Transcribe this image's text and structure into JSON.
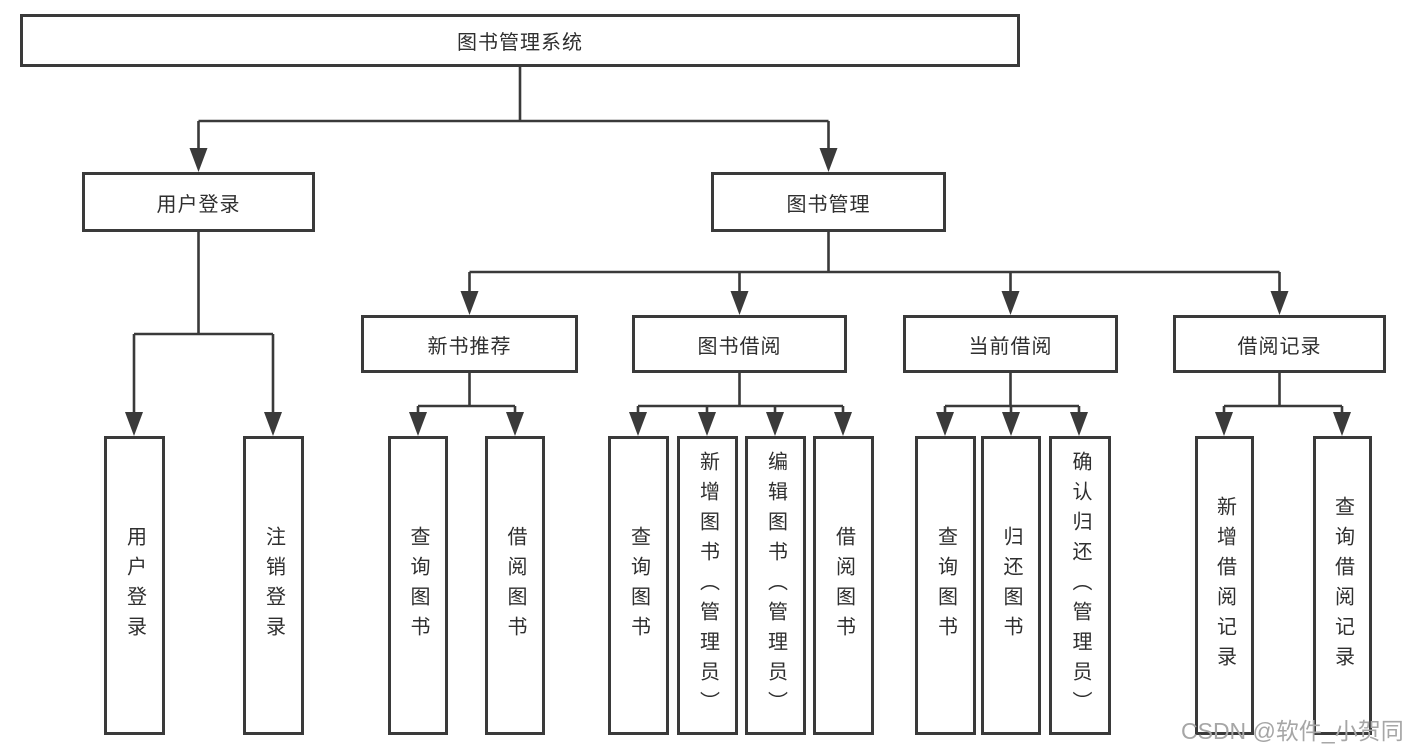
{
  "tree": {
    "root": {
      "label": "图书管理系统"
    },
    "branches": [
      {
        "label": "用户登录",
        "children": [
          {
            "label": "用户登录"
          },
          {
            "label": "注销登录"
          }
        ]
      },
      {
        "label": "图书管理",
        "children": [
          {
            "label": "新书推荐",
            "children": [
              {
                "label": "查询图书"
              },
              {
                "label": "借阅图书"
              }
            ]
          },
          {
            "label": "图书借阅",
            "children": [
              {
                "label": "查询图书"
              },
              {
                "label": "新增图书（管理员）"
              },
              {
                "label": "编辑图书（管理员）"
              },
              {
                "label": "借阅图书"
              }
            ]
          },
          {
            "label": "当前借阅",
            "children": [
              {
                "label": "查询图书"
              },
              {
                "label": "归还图书"
              },
              {
                "label": "确认归还（管理员）"
              }
            ]
          },
          {
            "label": "借阅记录",
            "children": [
              {
                "label": "新增借阅记录"
              },
              {
                "label": "查询借阅记录"
              }
            ]
          }
        ]
      }
    ]
  },
  "watermark": {
    "text": "CSDN @软件_小贺同学"
  },
  "colors": {
    "line": "#3a3a3a",
    "box_border": "#3a3a3a",
    "text": "#2f2f2f",
    "watermark": "#a6a6a6"
  }
}
